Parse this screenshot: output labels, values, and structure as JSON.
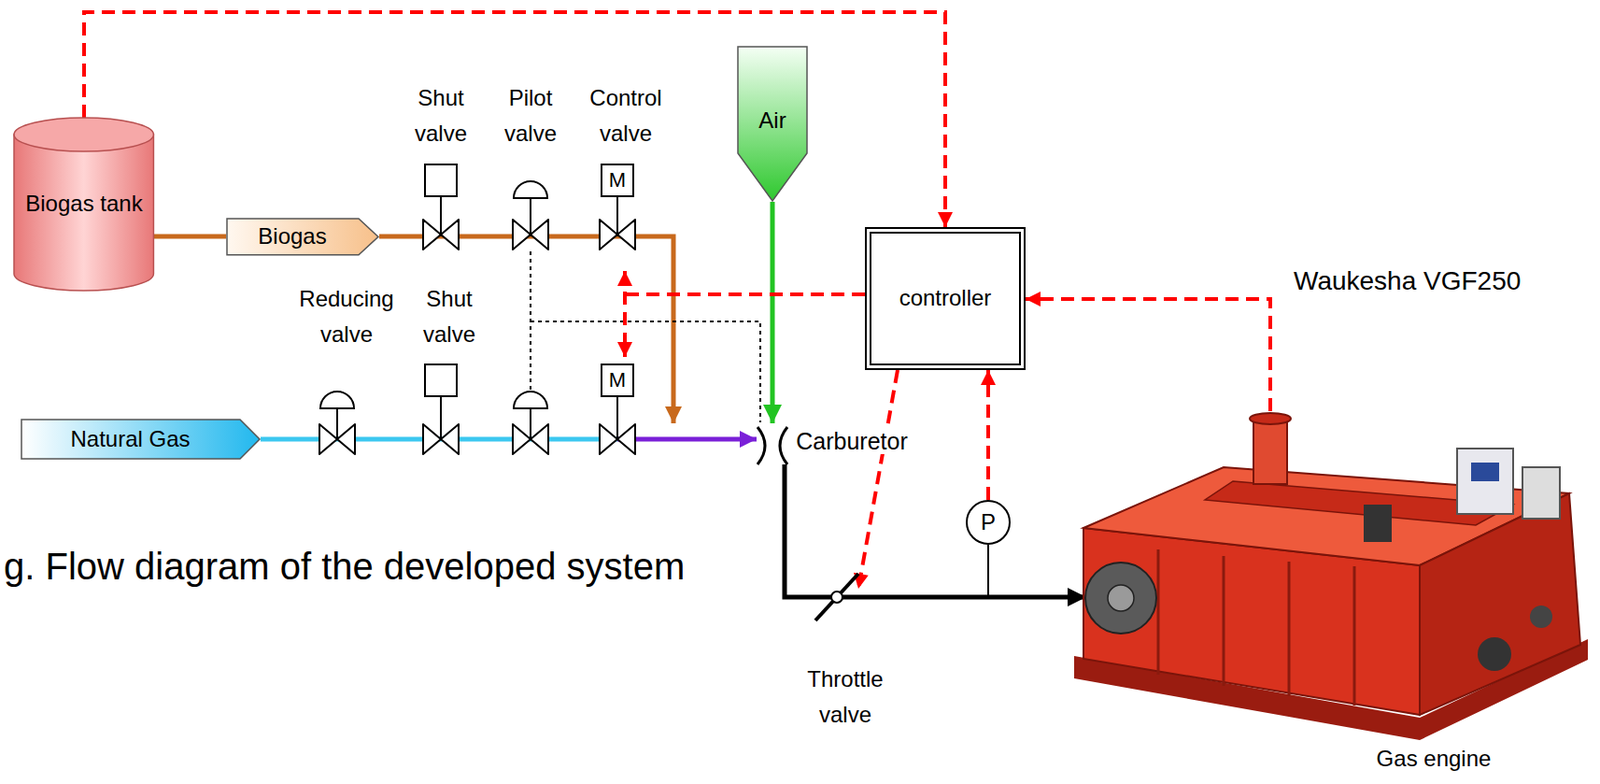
{
  "diagram": {
    "caption": "g. Flow diagram of the developed system",
    "nodes": [
      {
        "text": [
          "Biogas tank"
        ]
      },
      {
        "text": [
          "Biogas"
        ]
      },
      {
        "text": [
          "Natural Gas"
        ]
      },
      {
        "text": [
          "Air"
        ]
      },
      {
        "text": [
          "controller"
        ]
      },
      {
        "text": [
          "P"
        ]
      },
      {
        "text": [
          "Waukesha VGF250",
          "Gas engine"
        ]
      }
    ],
    "edges": [
      {
        "from": 0,
        "to": 1,
        "arrow": "none"
      },
      {
        "from": 0,
        "to": 4,
        "arrow": "to"
      },
      {
        "from": 6,
        "to": 4,
        "arrow": "to"
      },
      {
        "from": 5,
        "to": 4,
        "arrow": "to"
      }
    ],
    "labels": [
      "Shut valve",
      "Pilot valve",
      "Control valve",
      "M",
      "Reducing valve",
      "Shut valve",
      "M",
      "Carburetor",
      "Throttle valve"
    ]
  }
}
